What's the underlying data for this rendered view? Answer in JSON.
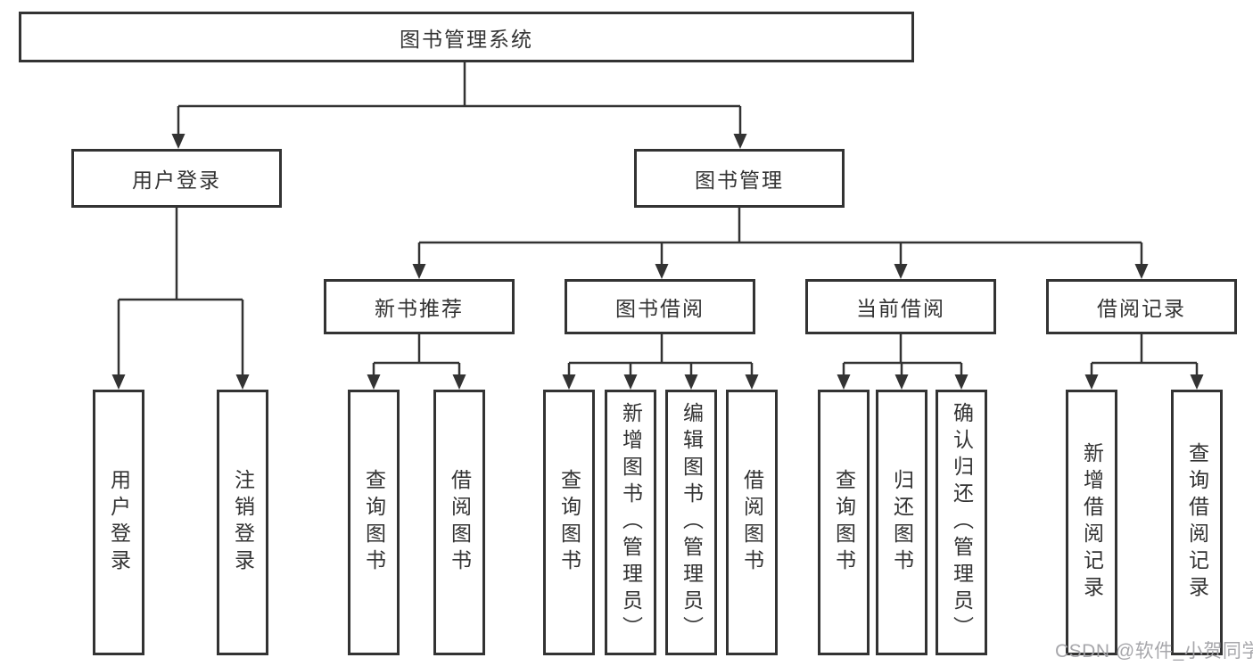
{
  "diagram": {
    "root": "图书管理系统",
    "branches": [
      {
        "label": "用户登录",
        "children": [
          "用户登录",
          "注销登录"
        ]
      },
      {
        "label": "图书管理",
        "children": [
          {
            "label": "新书推荐",
            "children": [
              "查询图书",
              "借阅图书"
            ]
          },
          {
            "label": "图书借阅",
            "children": [
              "查询图书",
              "新增图书（管理员）",
              "编辑图书（管理员）",
              "借阅图书"
            ]
          },
          {
            "label": "当前借阅",
            "children": [
              "查询图书",
              "归还图书",
              "确认归还（管理员）"
            ]
          },
          {
            "label": "借阅记录",
            "children": [
              "新增借阅记录",
              "查询借阅记录"
            ]
          }
        ]
      }
    ]
  },
  "watermark": {
    "text": "CSDN @软件_小贺同学"
  },
  "colors": {
    "line": "#333333",
    "box_border": "#333333",
    "text": "#333333",
    "watermark": "#a2a2a6",
    "background": "#ffffff"
  }
}
